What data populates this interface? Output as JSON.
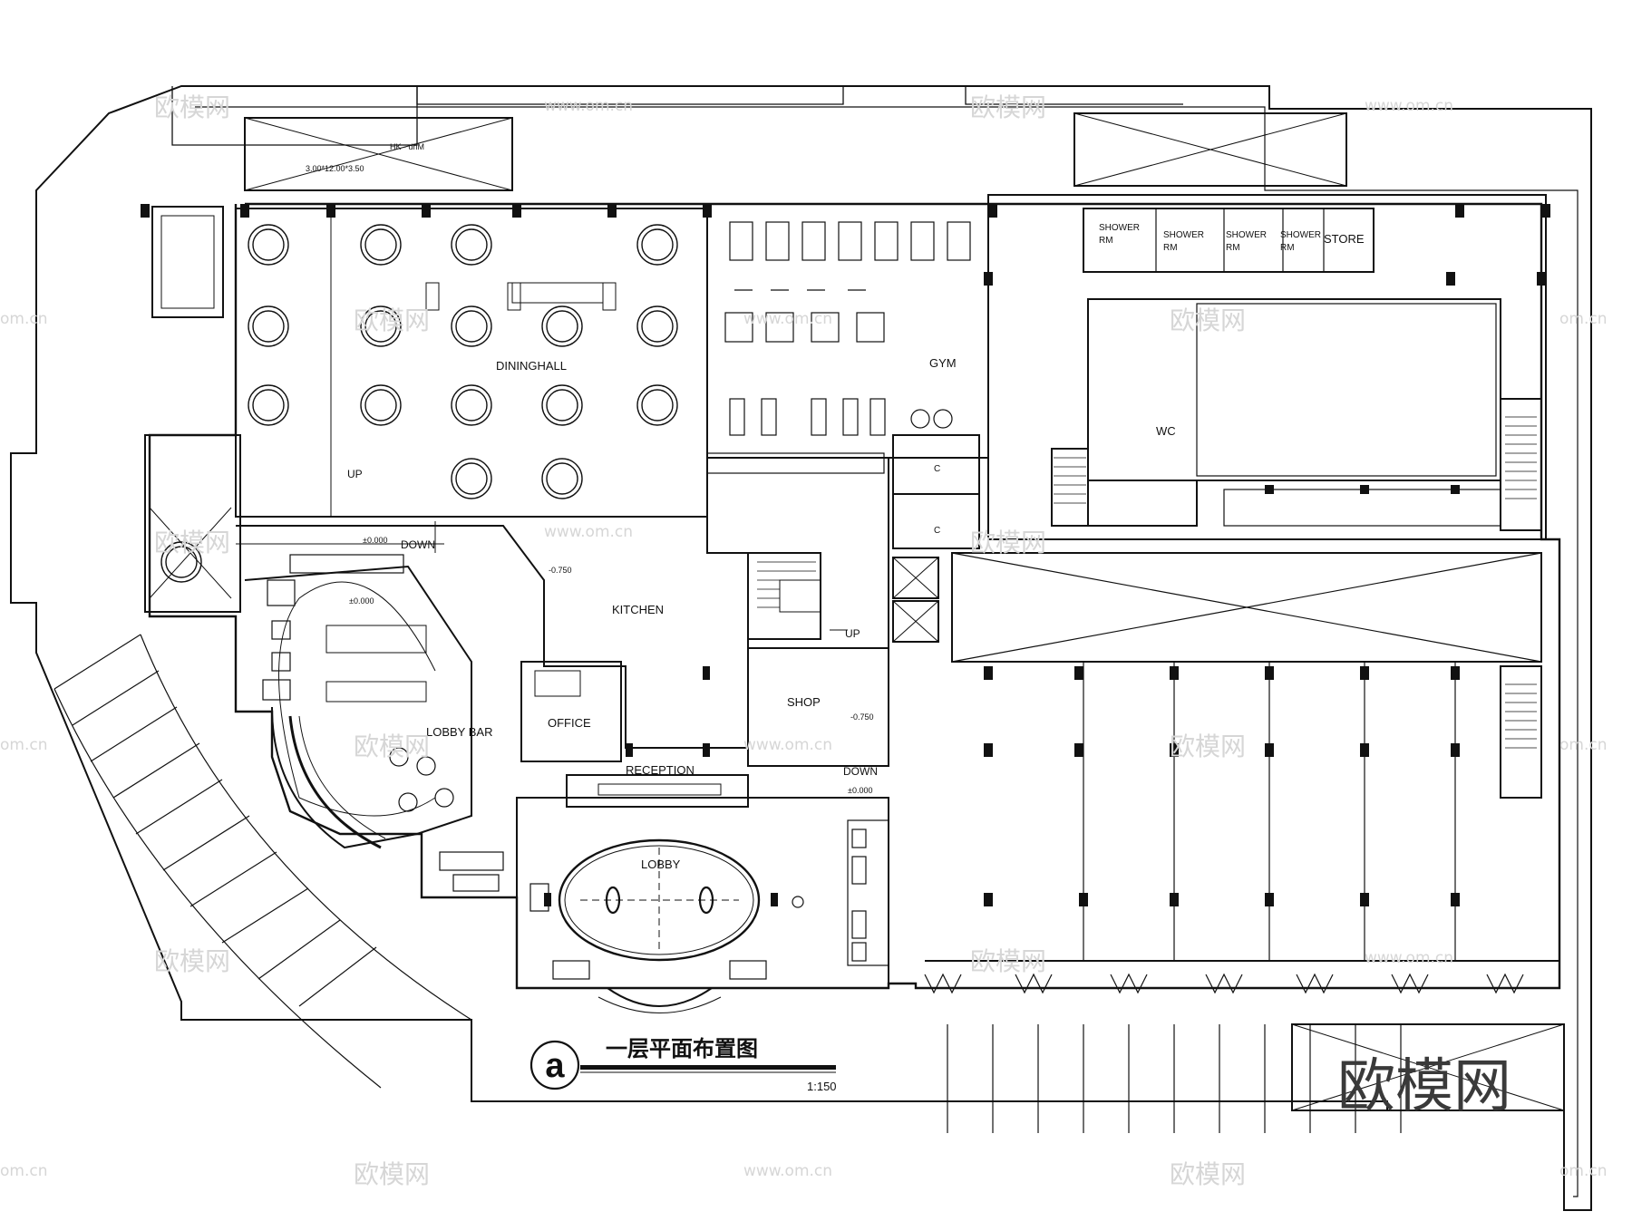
{
  "rooms": {
    "dininghall": "DININGHALL",
    "gym": "GYM",
    "kitchen": "KITCHEN",
    "lobby_bar": "LOBBY BAR",
    "office": "OFFICE",
    "reception": "RECEPTION",
    "lobby": "LOBBY",
    "shop": "SHOP",
    "wc": "WC",
    "store": "STORE",
    "shower_1": [
      "SHOWER",
      "RM"
    ],
    "shower_2": [
      "SHOWER",
      "RM"
    ],
    "shower_3": [
      "SHOWER",
      "RM"
    ],
    "shower_4": [
      "SHOWER",
      "RM"
    ],
    "wc_small_1": "C",
    "wc_small_2": "C"
  },
  "annotations": {
    "up_1": "UP",
    "up_2": "UP",
    "down_1": "DOWN",
    "down_2": "DOWN",
    "level_1": "±0.000",
    "level_2": "±0.000",
    "level_3": "±0.000",
    "level_kitchen": "-0.750",
    "level_shop": "-0.750",
    "top_note": "3.00*12.00*3.50",
    "top_note_2": "HK - dhM"
  },
  "title": {
    "marker": "a",
    "text": "一层平面布置图",
    "scale": "1:150"
  },
  "watermark": {
    "brand": "欧模网",
    "url": "www.om.cn",
    "url_short": "om.cn"
  },
  "colors": {
    "line": "#111111",
    "watermark": "#d6d6d6"
  }
}
